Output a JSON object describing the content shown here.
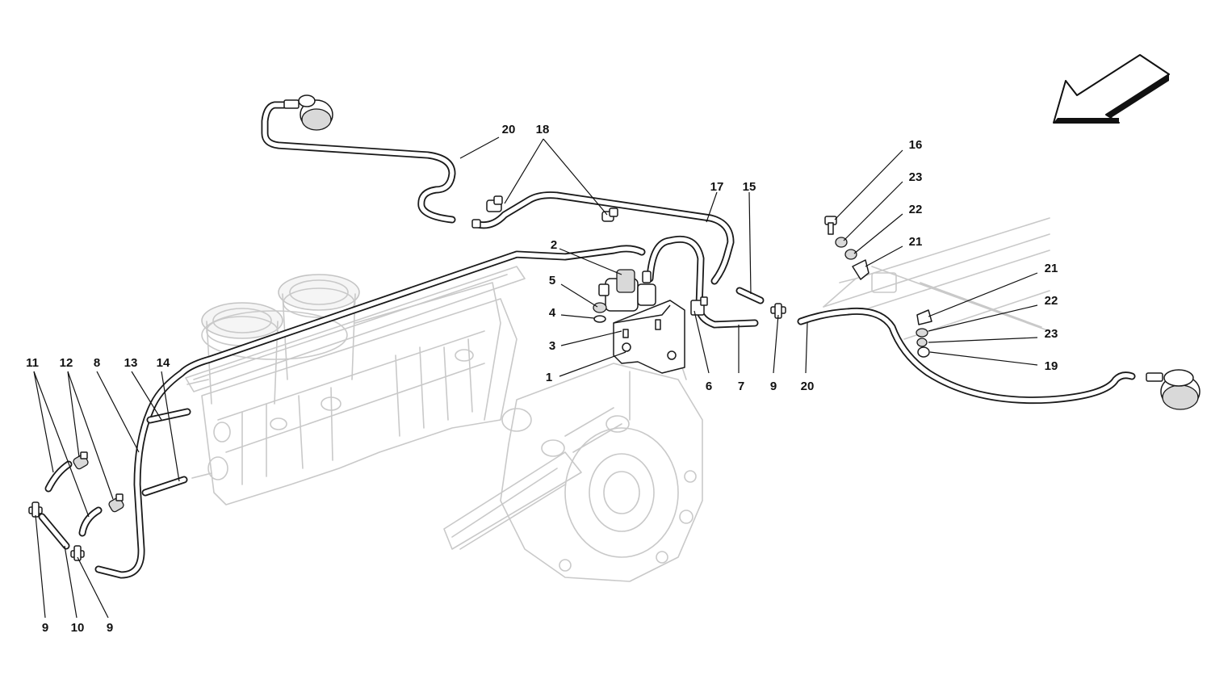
{
  "diagram": {
    "callouts": [
      {
        "id": "c1",
        "text": "1"
      },
      {
        "id": "c2",
        "text": "2"
      },
      {
        "id": "c3",
        "text": "3"
      },
      {
        "id": "c4",
        "text": "4"
      },
      {
        "id": "c5",
        "text": "5"
      },
      {
        "id": "c6",
        "text": "6"
      },
      {
        "id": "c7",
        "text": "7"
      },
      {
        "id": "c8",
        "text": "8"
      },
      {
        "id": "c9a",
        "text": "9"
      },
      {
        "id": "c9b",
        "text": "9"
      },
      {
        "id": "c9c",
        "text": "9"
      },
      {
        "id": "c10",
        "text": "10"
      },
      {
        "id": "c11",
        "text": "11"
      },
      {
        "id": "c12",
        "text": "12"
      },
      {
        "id": "c13",
        "text": "13"
      },
      {
        "id": "c14",
        "text": "14"
      },
      {
        "id": "c15",
        "text": "15"
      },
      {
        "id": "c16",
        "text": "16"
      },
      {
        "id": "c17",
        "text": "17"
      },
      {
        "id": "c18",
        "text": "18"
      },
      {
        "id": "c19",
        "text": "19"
      },
      {
        "id": "c20a",
        "text": "20"
      },
      {
        "id": "c20b",
        "text": "20"
      },
      {
        "id": "c21a",
        "text": "21"
      },
      {
        "id": "c21b",
        "text": "21"
      },
      {
        "id": "c22a",
        "text": "22"
      },
      {
        "id": "c22b",
        "text": "22"
      },
      {
        "id": "c23a",
        "text": "23"
      },
      {
        "id": "c23b",
        "text": "23"
      }
    ],
    "icons": {
      "direction_arrow": "front-direction-arrow-icon"
    },
    "colors": {
      "line": "#1a1a1a",
      "ghost": "#c9c9c9",
      "background": "#ffffff"
    }
  }
}
